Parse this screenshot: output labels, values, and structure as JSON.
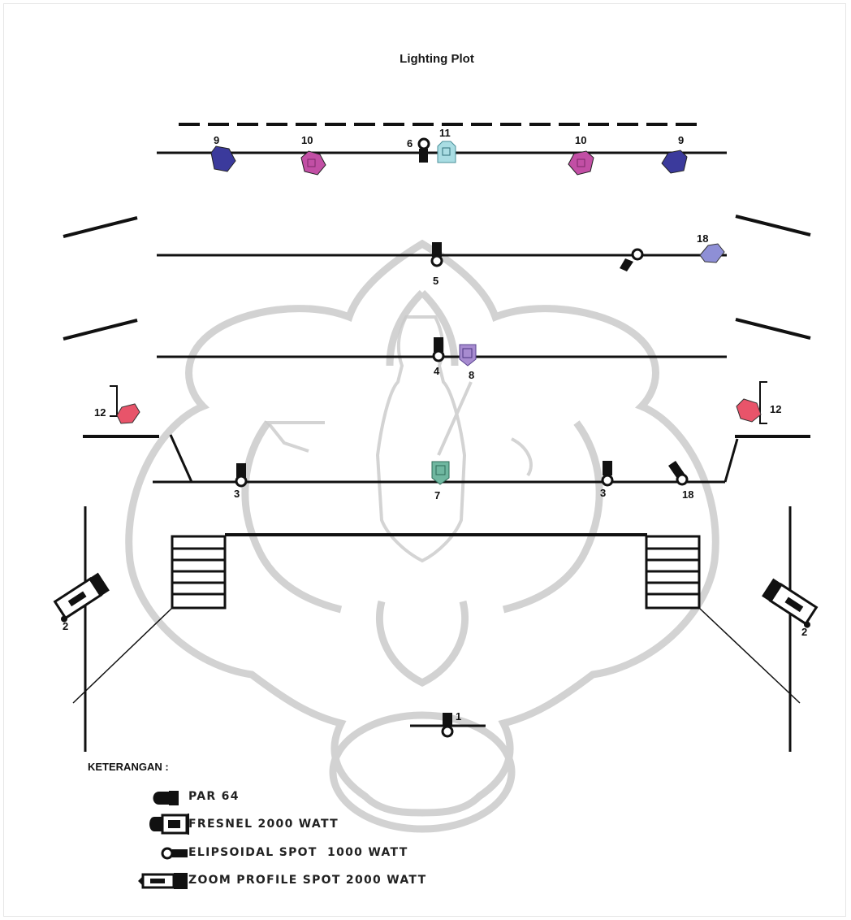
{
  "title": "Lighting Plot",
  "legend": {
    "heading": "KETERANGAN :",
    "items": [
      {
        "label": "PAR 64"
      },
      {
        "label": "FRESNEL 2000 WATT"
      },
      {
        "label": "ELIPSOIDAL SPOT  1000 WATT"
      },
      {
        "label": "ZOOM PROFILE SPOT 2000 WATT"
      }
    ]
  },
  "fixtures": [
    {
      "id": "9",
      "color": "#3b3a9c"
    },
    {
      "id": "10",
      "color": "#c24fa5"
    },
    {
      "id": "6",
      "color": "#111111"
    },
    {
      "id": "11",
      "color": "#a9dde3"
    },
    {
      "id": "5",
      "color": "#111111"
    },
    {
      "id": "18",
      "color": "#8e8fd6"
    },
    {
      "id": "4",
      "color": "#111111"
    },
    {
      "id": "8",
      "color": "#a78bd0"
    },
    {
      "id": "12",
      "color": "#e8546a"
    },
    {
      "id": "3",
      "color": "#111111"
    },
    {
      "id": "7",
      "color": "#6fb7a0"
    },
    {
      "id": "2",
      "color": "#111111"
    },
    {
      "id": "1",
      "color": "#111111"
    }
  ],
  "colors": {
    "lines": "#111111",
    "watermark": "#bdbdbd"
  }
}
